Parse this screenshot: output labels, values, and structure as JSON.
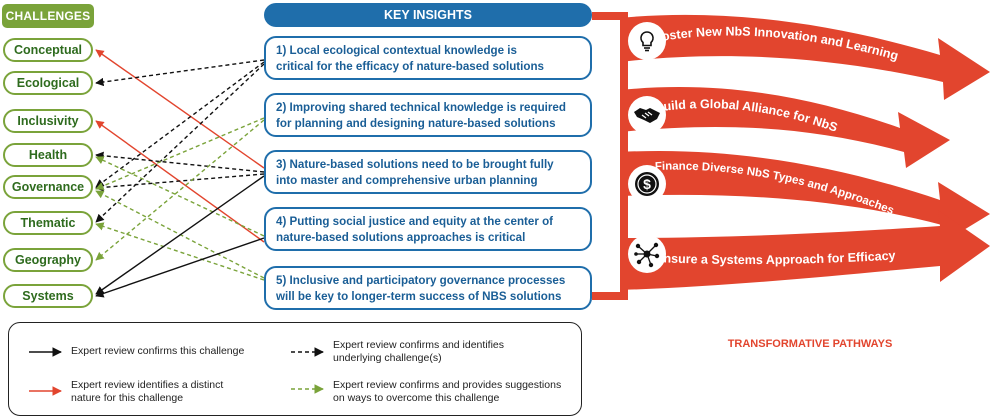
{
  "challenges": {
    "header": "CHALLENGES",
    "items": [
      "Conceptual",
      "Ecological",
      "Inclusivity",
      "Health",
      "Governance",
      "Thematic",
      "Geography",
      "Systems"
    ]
  },
  "insights": {
    "header": "KEY INSIGHTS",
    "items": [
      {
        "line1": "1) Local ecological contextual knowledge is",
        "line2": "critical for the efficacy of nature-based solutions"
      },
      {
        "line1": "2) Improving shared technical knowledge is required",
        "line2": "for planning and designing nature-based solutions"
      },
      {
        "line1": "3) Nature-based solutions need to be brought fully",
        "line2": "into master and comprehensive urban planning"
      },
      {
        "line1": "4) Putting social justice and equity at the center of",
        "line2": "nature-based solutions approaches is critical"
      },
      {
        "line1": "5) Inclusive and participatory governance processes",
        "line2": "will be key to longer-term success of NBS solutions"
      }
    ]
  },
  "pathways": {
    "label": "TRANSFORMATIVE PATHWAYS",
    "items": [
      {
        "text": "Foster New NbS Innovation and Learning",
        "icon": "lightbulb-icon"
      },
      {
        "text": "Build a Global Alliance for NbS",
        "icon": "handshake-icon"
      },
      {
        "text": "Finance Diverse NbS Types and Approaches",
        "icon": "dollar-icon"
      },
      {
        "text": "Ensure a Systems Approach for Efficacy",
        "icon": "network-icon"
      }
    ]
  },
  "legend": {
    "confirms": "Expert review confirms this challenge",
    "distinct_l1": "Expert review identifies a distinct",
    "distinct_l2": "nature for this challenge",
    "underlying_l1": "Expert review confirms and identifies",
    "underlying_l2": "underlying challenge(s)",
    "suggestions_l1": "Expert review confirms and provides suggestions",
    "suggestions_l2": "on ways to overcome this challenge"
  },
  "colors": {
    "green": "#7aa33a",
    "blue": "#1f6eab",
    "red": "#e2452e",
    "black": "#111111",
    "dash_green": "#7aa33a"
  }
}
